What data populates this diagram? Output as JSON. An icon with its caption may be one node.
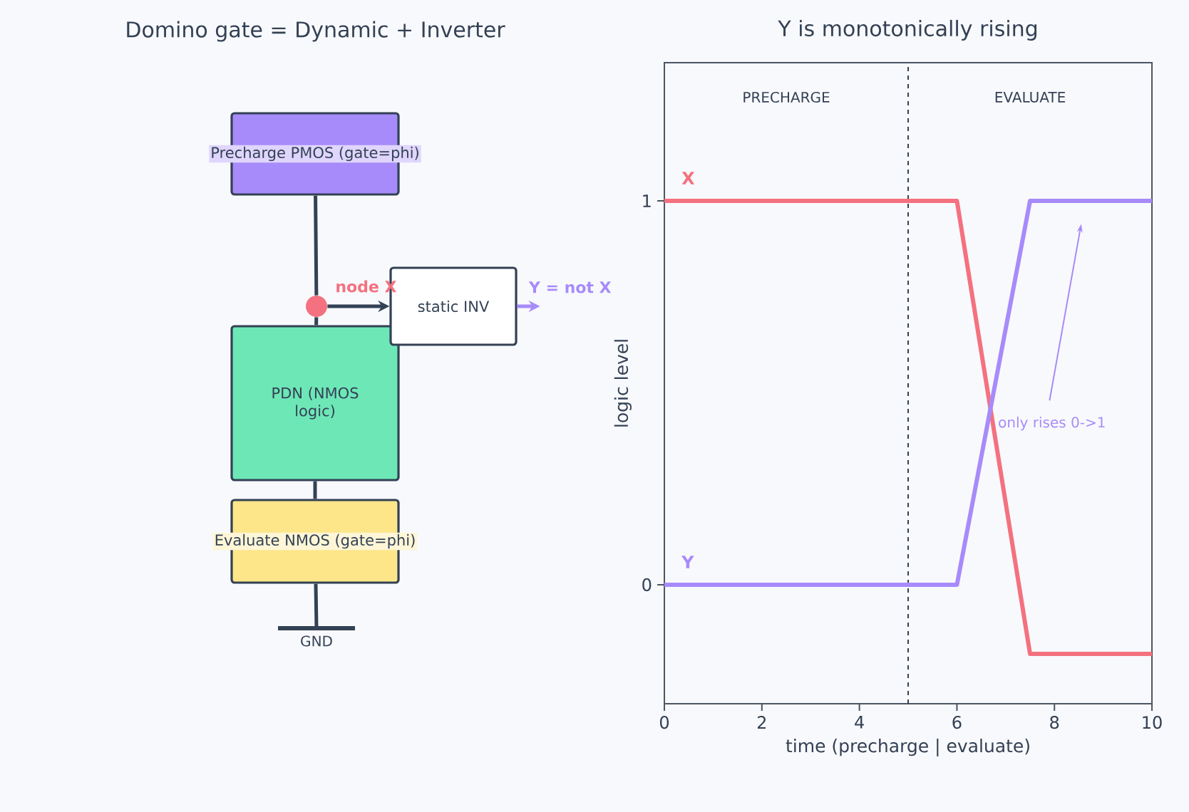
{
  "diagram": {
    "title": "Domino gate = Dynamic + Inverter",
    "nodes": [
      {
        "text": [
          "Precharge PMOS (gate=phi)"
        ]
      },
      {
        "text": [
          "PDN (NMOS logic)"
        ]
      },
      {
        "text": [
          "Evaluate NMOS (gate=phi)"
        ]
      },
      {
        "text": [
          "GND"
        ]
      },
      {
        "text": [],
        "shape": "circle"
      },
      {
        "text": [
          "static INV"
        ]
      }
    ],
    "edges": [
      {
        "from": 0,
        "to": 4,
        "arrow": "none"
      },
      {
        "from": 4,
        "to": 1,
        "arrow": "none"
      },
      {
        "from": 1,
        "to": 2,
        "arrow": "none"
      },
      {
        "from": 2,
        "to": 3,
        "arrow": "none"
      },
      {
        "from": 4,
        "to": 5,
        "arrow": "to"
      },
      {
        "from": 5,
        "to": null,
        "arrow": "to",
        "label": "Y = not X",
        "color": "#a78bfa"
      }
    ],
    "labels": [
      "node X"
    ],
    "chart_data": {
      "type": "line",
      "title": "Y is monotonically rising",
      "xlabel": "time  (precharge | evaluate)",
      "ylabel": "logic level",
      "x": [
        0,
        6,
        7.5,
        10
      ],
      "series": [
        {
          "name": "X",
          "color": "#f4717f",
          "values": [
            1,
            1,
            -0.18,
            -0.18
          ]
        },
        {
          "name": "Y",
          "color": "#a78bfa",
          "values": [
            0,
            0,
            1,
            1
          ]
        }
      ],
      "xlim": [
        0,
        10
      ],
      "ylim": [
        -0.31,
        1.36
      ],
      "xticks": [
        0,
        2,
        4,
        6,
        8,
        10
      ],
      "yticks": [
        0,
        1
      ],
      "ref_lines": [
        {
          "axis": "x",
          "value": 5
        }
      ],
      "annotations": [
        "PRECHARGE",
        "EVALUATE",
        "only rises 0->1"
      ]
    }
  }
}
